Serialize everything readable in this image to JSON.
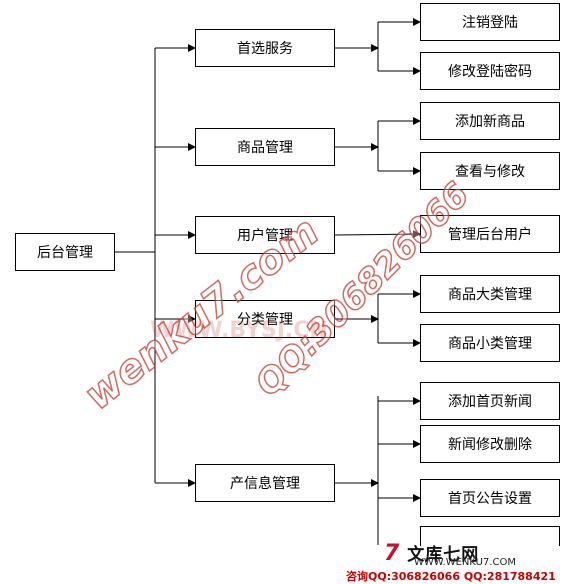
{
  "root": {
    "label": "后台管理"
  },
  "modules": [
    {
      "label": "首选服务",
      "children": [
        "注销登陆",
        "修改登陆密码"
      ]
    },
    {
      "label": "商品管理",
      "children": [
        "添加新商品",
        "查看与修改"
      ]
    },
    {
      "label": "用户管理",
      "children": [
        "管理后台用户"
      ]
    },
    {
      "label": "分类管理",
      "children": [
        "商品大类管理",
        "商品小类管理"
      ]
    },
    {
      "label": "产信息管理",
      "children": [
        "添加首页新闻",
        "新闻修改删除",
        "首页公告设置"
      ]
    }
  ],
  "watermarks": {
    "wenku": "wenku7.com",
    "qq": "QQ:306826066",
    "site": "WWW.BYSJ.CN"
  },
  "footer": {
    "logo_seven": "7",
    "logo_text": "文库七网",
    "url": "WWW.WENKU7.COM",
    "contact": "咨询QQ:306826066 QQ:281788421"
  },
  "colors": {
    "line": "#000000",
    "watermark": "#c0392b"
  }
}
